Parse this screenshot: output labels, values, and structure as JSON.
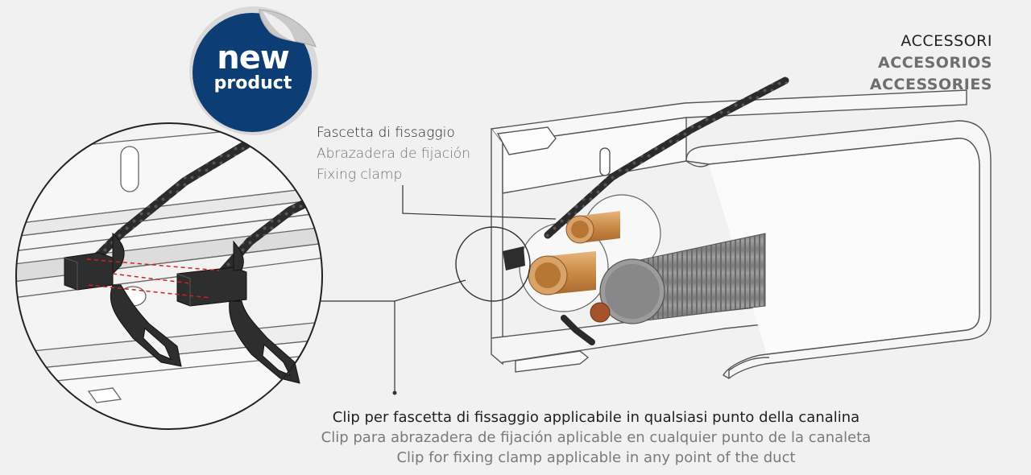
{
  "badge": {
    "word1": "new",
    "word2": "product",
    "color": "#0c3d75"
  },
  "header": {
    "it": "ACCESSORI",
    "es": "ACCESORIOS",
    "en": "ACCESSORIES"
  },
  "callout_clamp": {
    "it": "Fascetta di fissaggio",
    "es": "Abrazadera de fijación",
    "en": "Fixing clamp"
  },
  "caption": {
    "it": "Clip per fascetta di fissaggio applicabile in qualsiasi punto della canalina",
    "es": "Clip para abrazadera de fijación aplicable en cualquier punto de la canaleta",
    "en": "Clip for fixing clamp applicable in any point of the duct"
  },
  "colors": {
    "background": "#f1f1f1",
    "copper": "#d49a5a",
    "clip": "#2a2a2a",
    "guide_line": "#d42020"
  }
}
